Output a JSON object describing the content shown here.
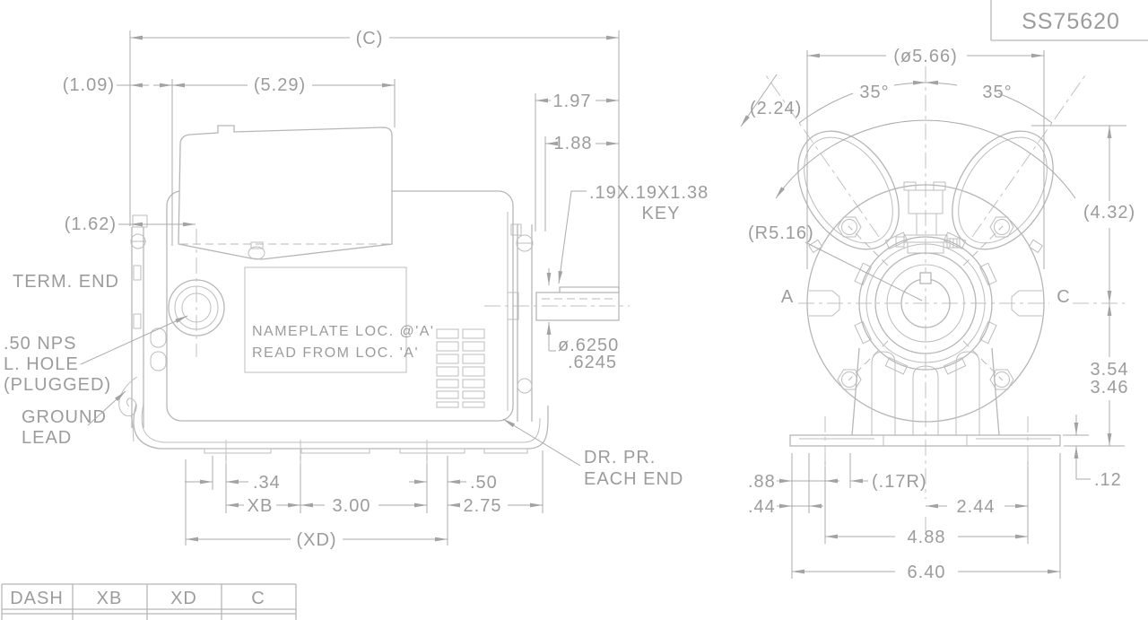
{
  "title_block": {
    "drawing_number": "SS75620"
  },
  "side_view": {
    "dims": {
      "overall_length": "(C)",
      "d_1_09": "(1.09)",
      "d_5_29": "(5.29)",
      "d_1_62": "(1.62)",
      "d_1_97": "1.97",
      "d_1_88": "1.88",
      "key_size": ".19X.19X1.38",
      "key_word": "KEY",
      "shaft_dia_max": "ø.6250",
      "shaft_dia_min": ".6245",
      "d_0_34": ".34",
      "xb": "XB",
      "d_3_00": "3.00",
      "d_0_50": ".50",
      "d_2_75": "2.75",
      "xd": "(XD)"
    },
    "labels": {
      "term_end": "TERM. END",
      "nps_1": ".50 NPS",
      "nps_2": "L. HOLE",
      "nps_3": "(PLUGGED)",
      "ground_1": "GROUND",
      "ground_2": "LEAD",
      "nameplate_1": "NAMEPLATE LOC. @'A'",
      "nameplate_2": "READ FROM LOC. 'A'",
      "drain_1": "DR. PR.",
      "drain_2": "EACH END"
    }
  },
  "end_view": {
    "dims": {
      "dia_5_66": "(ø5.66)",
      "angle_left": "35°",
      "angle_right": "35°",
      "d_2_24": "(2.24)",
      "r_5_16": "(R5.16)",
      "d_4_32": "(4.32)",
      "d_3_54": "3.54",
      "d_3_46": "3.46",
      "d_0_12": ".12",
      "d_0_88": ".88",
      "d_0_44": ".44",
      "r_17": "(.17R)",
      "d_2_44": "2.44",
      "d_4_88": "4.88",
      "d_6_40": "6.40"
    },
    "labels": {
      "side_a": "A",
      "side_c": "C"
    }
  },
  "table": {
    "headers": [
      "DASH",
      "XB",
      "XD",
      "C"
    ]
  }
}
